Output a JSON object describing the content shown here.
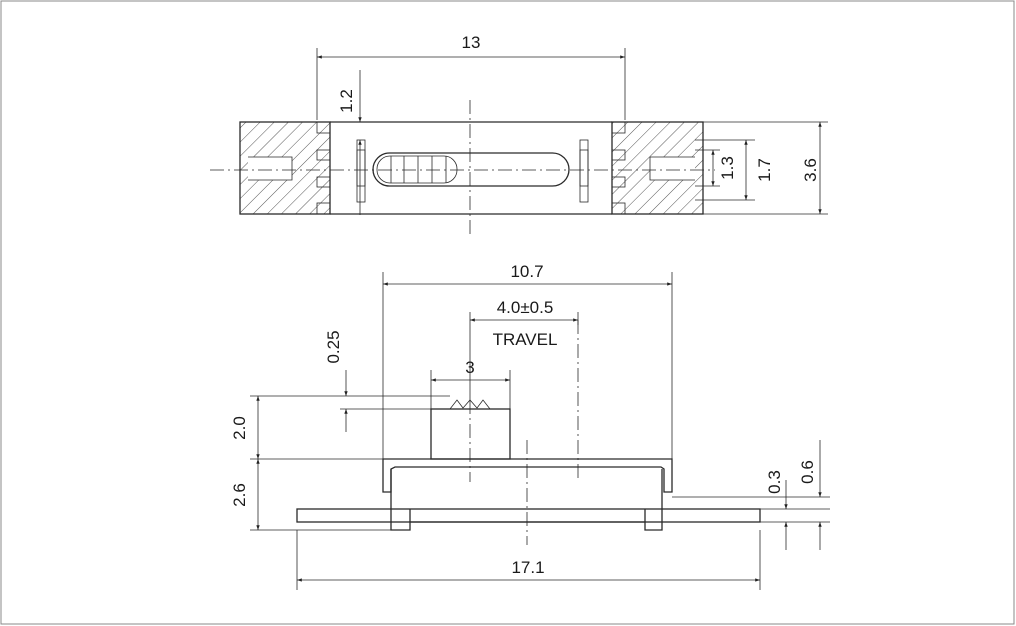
{
  "drawing": {
    "top_view": {
      "overall_width": "13",
      "slot_offset": "1.2",
      "dim_inner": "1.3",
      "dim_middle": "1.7",
      "dim_height": "3.6"
    },
    "side_view": {
      "body_width": "10.7",
      "travel_value": "4.0±0.5",
      "travel_label": "TRAVEL",
      "actuator_width": "3",
      "actuator_step": "0.25",
      "actuator_height": "2.0",
      "body_height": "2.6",
      "pin_thickness": "0.3",
      "terminal_height": "0.6",
      "overall_length": "17.1"
    }
  }
}
